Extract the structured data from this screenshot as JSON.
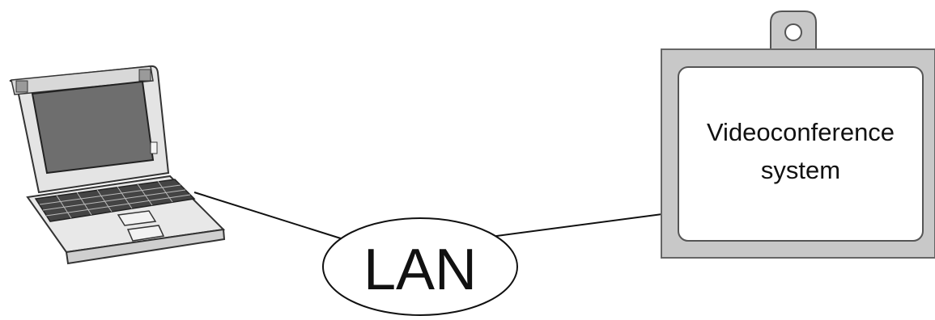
{
  "diagram": {
    "network_label": "LAN",
    "device_label_line1": "Videoconference",
    "device_label_line2": "system",
    "nodes": [
      {
        "id": "laptop",
        "icon": "laptop-icon"
      },
      {
        "id": "lan",
        "icon": "cloud-ellipse"
      },
      {
        "id": "videoconference-system",
        "icon": "wall-mounted-screen-icon"
      }
    ],
    "links": [
      {
        "from": "laptop",
        "to": "lan"
      },
      {
        "from": "lan",
        "to": "videoconference-system"
      }
    ],
    "colors": {
      "line": "#111111",
      "device_frame": "#c8c8c8",
      "laptop_body": "#e6e6e6",
      "laptop_screen": "#6e6e6e"
    }
  }
}
